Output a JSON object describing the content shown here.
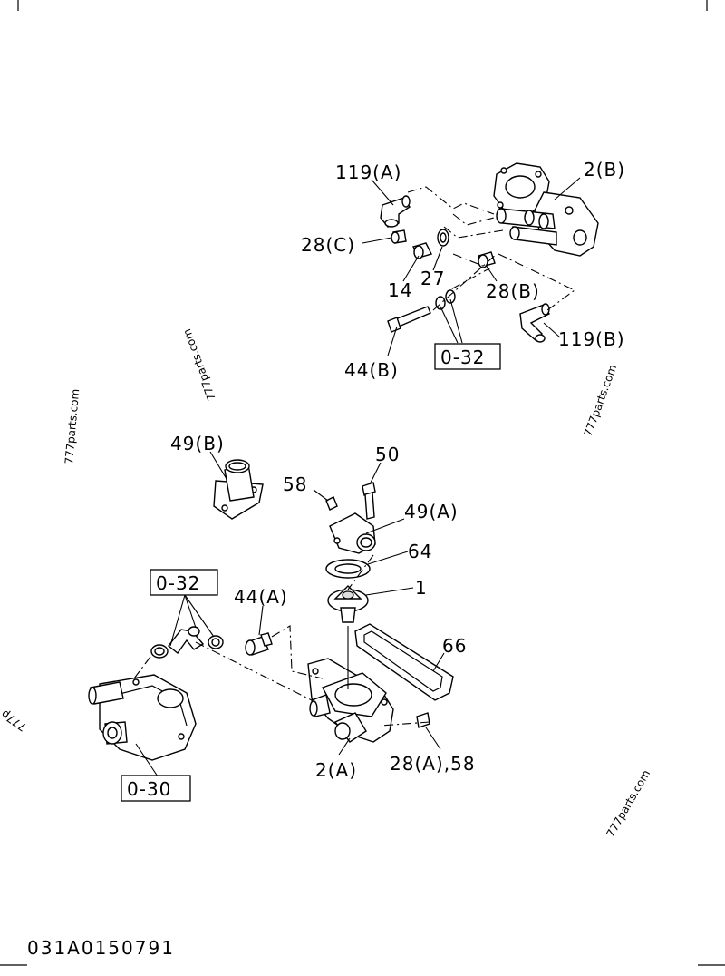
{
  "labels": {
    "p119a": "119(A)",
    "p2b": "2(B)",
    "p28c": "28(C)",
    "p14": "14",
    "p27": "27",
    "p28b": "28(B)",
    "p119b": "119(B)",
    "p44b": "44(B)",
    "p49b": "49(B)",
    "p50": "50",
    "p58": "58",
    "p49a": "49(A)",
    "p64": "64",
    "p1": "1",
    "p44a": "44(A)",
    "p66": "66",
    "p2a": "2(A)",
    "p28a58": "28(A),58"
  },
  "references": {
    "ref_upper": "0-32",
    "ref_left": "0-32",
    "ref_bottom": "0-30"
  },
  "watermarks": {
    "wm1": "777parts.com",
    "wm2": "777parts.com",
    "wm3": "777parts.com",
    "wm4": "777parts.com",
    "wm5": "777p"
  },
  "footer": {
    "diagram_code": "031A0150791"
  }
}
